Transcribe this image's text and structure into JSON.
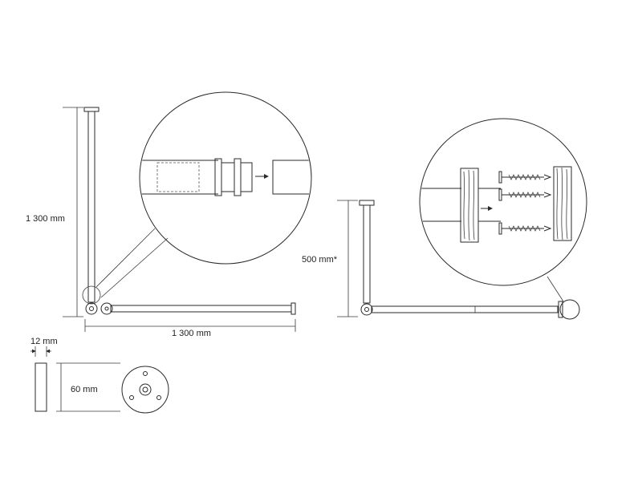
{
  "dimensions": {
    "vertical_height": "1 300 mm",
    "horizontal_length": "1 300 mm",
    "side_height": "500 mm*",
    "thickness": "12 mm",
    "flange_diameter": "60 mm"
  },
  "icons": {
    "arrow": "arrow-right-icon",
    "screw": "screw-icon"
  }
}
